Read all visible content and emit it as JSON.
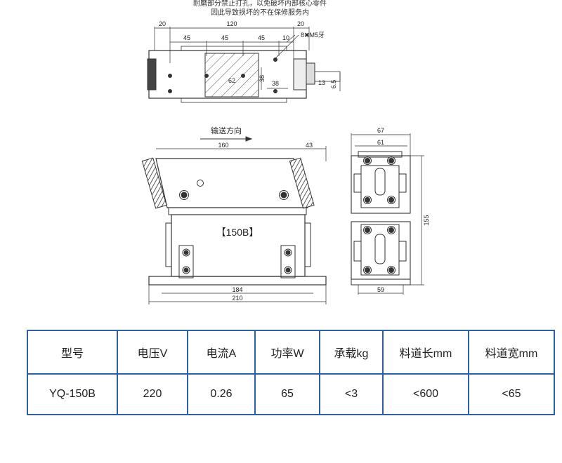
{
  "notes": {
    "line1": "耐磨部分禁止打孔，以免破坏内部核心零件",
    "line2": "因此导致损坏的不在保修服务内"
  },
  "top_view": {
    "dim_total_width": "120",
    "dim_left_margin": "20",
    "dim_right_margin": "20",
    "dim_seg1": "45",
    "dim_seg2": "45",
    "dim_seg3": "45",
    "dim_offset": "10",
    "dim_62": "62",
    "dim_38v": "38",
    "dim_38h": "38",
    "dim_13": "13",
    "dim_6_5": "6.5",
    "thread_label": "8✖M5牙"
  },
  "side_view": {
    "direction_label": "输送方向",
    "dim_160": "160",
    "dim_43": "43",
    "model_label": "【150B】",
    "dim_184": "184",
    "dim_210": "210"
  },
  "end_view": {
    "dim_67": "67",
    "dim_61": "61",
    "dim_155": "155",
    "dim_59": "59"
  },
  "spec_table": {
    "headers": [
      "型号",
      "电压V",
      "电流A",
      "功率W",
      "承载kg",
      "料道长mm",
      "料道宽mm"
    ],
    "values": [
      "YQ-150B",
      "220",
      "0.26",
      "65",
      "<3",
      "<600",
      "<65"
    ]
  },
  "colors": {
    "table_border": "#2f5fa0"
  }
}
